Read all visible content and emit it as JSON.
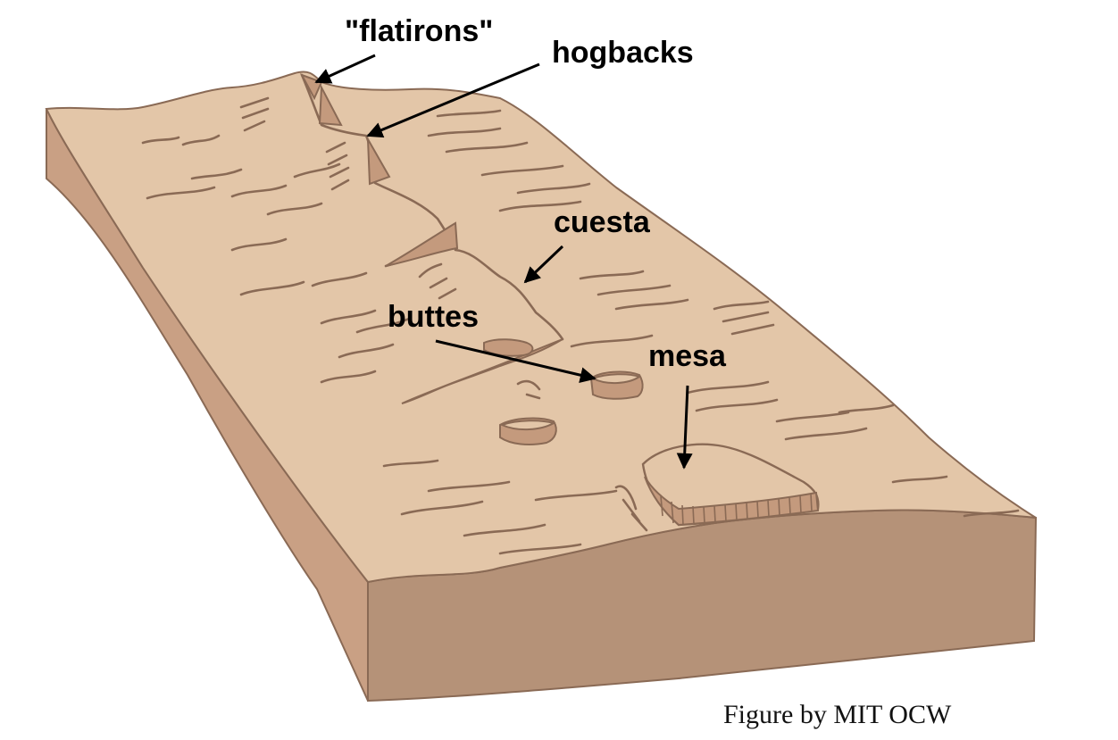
{
  "labels": {
    "flatirons": "\"flatirons\"",
    "hogbacks": "hogbacks",
    "cuesta": "cuesta",
    "buttes": "buttes",
    "mesa": "mesa"
  },
  "credit": "Figure by MIT OCW",
  "colors": {
    "top_surface": "#e3c6a8",
    "left_side": "#c9a084",
    "front_side": "#b59278",
    "dip_slope": "#c49a7d",
    "linework": "#8a6a55",
    "arrows": "#000000"
  }
}
